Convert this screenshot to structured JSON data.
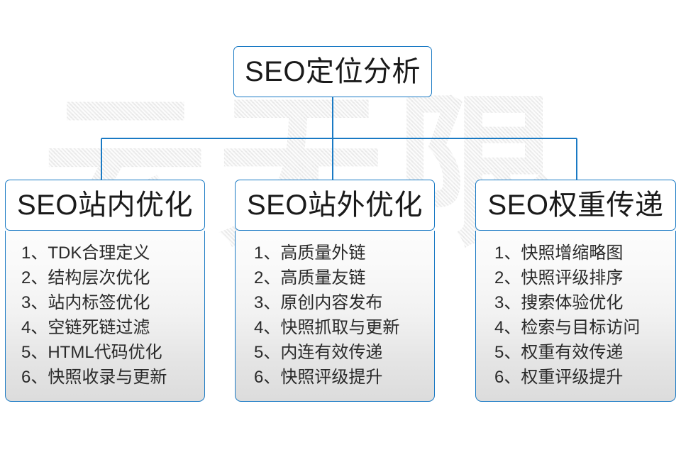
{
  "meta": {
    "watermark_text": "云无限",
    "accent_color": "#1a7ac4",
    "text_color": "#1a1a1a",
    "list_text_color": "#2a2a2a",
    "background_color": "#ffffff"
  },
  "diagram": {
    "type": "tree",
    "root": {
      "label": "SEO定位分析"
    },
    "branches": [
      {
        "id": "on-site",
        "header": "SEO站内优化",
        "items": [
          "1、TDK合理定义",
          "2、结构层次优化",
          "3、站内标签优化",
          "4、空链死链过滤",
          "5、HTML代码优化",
          "6、快照收录与更新"
        ]
      },
      {
        "id": "off-site",
        "header": "SEO站外优化",
        "items": [
          "1、高质量外链",
          "2、高质量友链",
          "3、原创内容发布",
          "4、快照抓取与更新",
          "5、内连有效传递",
          "6、快照评级提升"
        ]
      },
      {
        "id": "weight-transfer",
        "header": "SEO权重传递",
        "items": [
          "1、快照增缩略图",
          "2、快照评级排序",
          "3、搜索体验优化",
          "4、检索与目标访问",
          "5、权重有效传递",
          "6、权重评级提升"
        ]
      }
    ]
  }
}
